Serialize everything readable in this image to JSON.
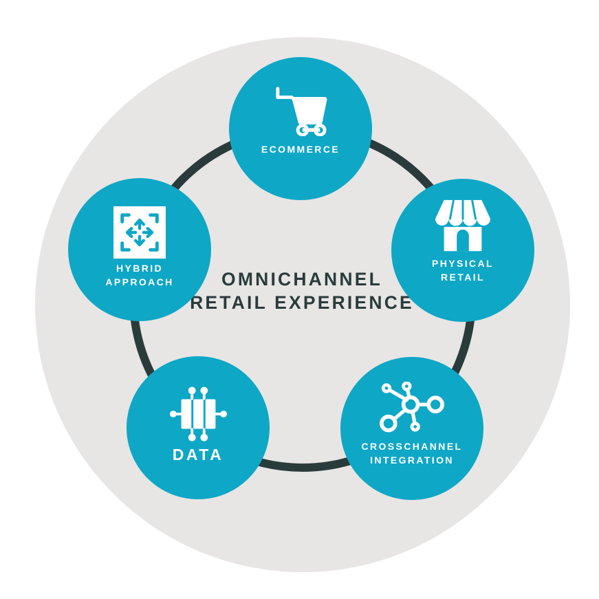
{
  "title": {
    "lines": [
      "OMNICHANNEL",
      "RETAIL EXPERIENCE"
    ]
  },
  "colors": {
    "node_fill": "#0EA7C6",
    "ring_color": "#2A3B3B",
    "title_color": "#2A3B3B",
    "bg_circle": "#E7E6E4",
    "page_bg": "#FFFFFF",
    "node_text": "#FFFFFF",
    "icon_color": "#FFFFFF"
  },
  "nodes": [
    {
      "id": "ecommerce",
      "icon": "shopping-cart-icon",
      "lines": [
        "ECOMMERCE"
      ]
    },
    {
      "id": "physical-retail",
      "icon": "storefront-icon",
      "lines": [
        "PHYSICAL",
        "RETAIL"
      ]
    },
    {
      "id": "crosschannel-integration",
      "icon": "network-hub-icon",
      "lines": [
        "CROSSCHANNEL",
        "INTEGRATION"
      ]
    },
    {
      "id": "data",
      "icon": "data-bars-icon",
      "lines": [
        "DATA"
      ]
    },
    {
      "id": "hybrid-approach",
      "icon": "expand-arrows-icon",
      "lines": [
        "HYBRID",
        "APPROACH"
      ]
    }
  ]
}
